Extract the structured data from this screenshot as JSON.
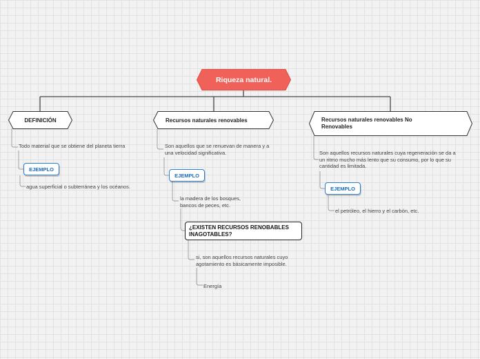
{
  "colors": {
    "root_fill": "#f06159",
    "link_blue": "#2a7fd4",
    "line": "#444444",
    "faint_line": "#9a9a9a"
  },
  "root": {
    "label": "Riqueza natural."
  },
  "branches": [
    {
      "label": "DEFINICIÓN",
      "description": "Todo material que se obtiene del planeta tierra",
      "example_label": "EJEMPLO",
      "example_text": "agua superficial o subterránea y los océanos."
    },
    {
      "label": "Recursos naturales renovables",
      "description": "Son aquellos que se renuevan de manera y a una velocidad significativa.",
      "example_label": "EJEMPLO",
      "example_text": "la madera de los bosques, bancos de peces, etc.",
      "question": "¿EXISTEN RECURSOS RENOBABLES INAGOTABLES?",
      "answer": "si, son aquellos recursos naturales cuyo agotamiento es básicamente imposible.",
      "answer_example": "Energía"
    },
    {
      "label": "Recursos naturales renovables No Renovables",
      "description": "Son aquellos recursos naturales cuya regeneración se da a un ritmo mucho más lento que su consumo, por lo que su cantidad es limitada.",
      "example_label": "EJEMPLO",
      "example_text": "el petróleo, el hierro y el carbón, etc."
    }
  ]
}
